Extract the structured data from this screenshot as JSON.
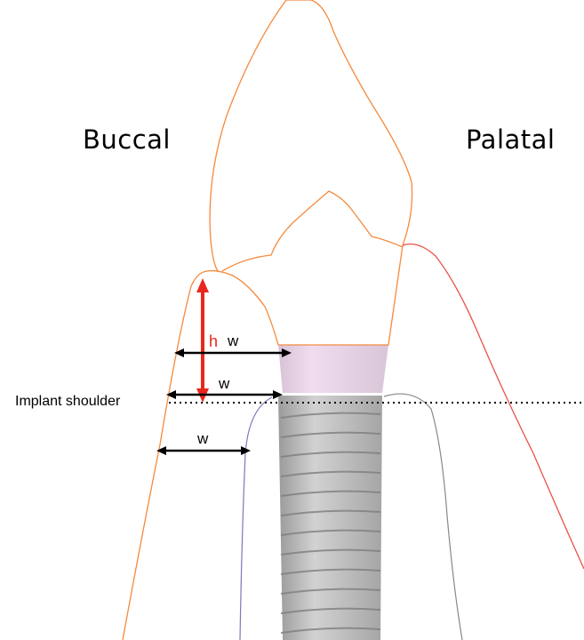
{
  "labels": {
    "buccal": "Buccal",
    "palatal": "Palatal",
    "implant_shoulder": "Implant shoulder",
    "h": "h",
    "w_top": "w",
    "w_middle": "w",
    "w_bottom": "w"
  },
  "colors": {
    "tooth_outline": "#f58a3c",
    "palatal_line": "#e8534a",
    "height_arrow": "#e8281e",
    "abutment": "#e3cde3",
    "implant": "#b5b5b5",
    "buccal_soft_tissue": "#7b78b8"
  }
}
